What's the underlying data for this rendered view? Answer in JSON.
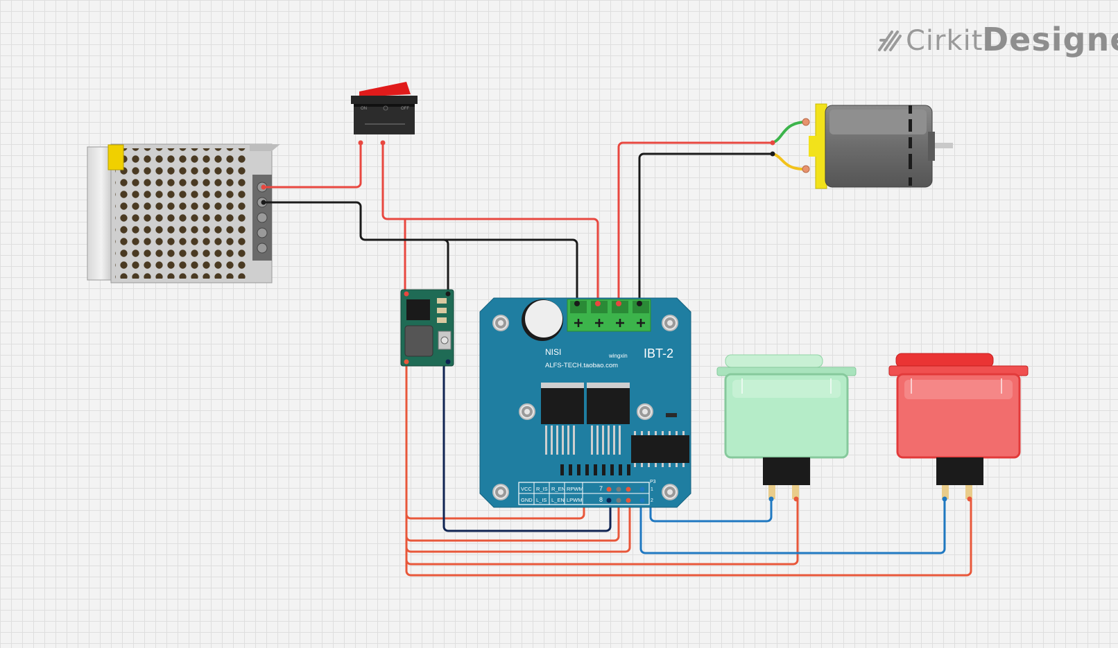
{
  "app": {
    "logo_cirkit": "Cirkit",
    "logo_designer": "Designer"
  },
  "components": {
    "switch": {
      "on_label": "ON",
      "off_label": "OFF"
    },
    "driver": {
      "label_nisi": "NISI",
      "label_site": "ALFS-TECH.taobao.com",
      "label_brand": "wingxin",
      "label_model": "IBT-2",
      "header_top": [
        "VCC",
        "R_IS",
        "R_EN",
        "RPWM"
      ],
      "header_bottom": [
        "GND",
        "L_IS",
        "L_EN",
        "LPWM"
      ],
      "pin_num_top": "7",
      "pin_num_bottom": "8",
      "p3_label": "P3",
      "p3_pin1": "1",
      "p3_pin2": "2"
    }
  },
  "colors": {
    "wire_red": "#e8473f",
    "wire_orange": "#e8573a",
    "wire_black": "#1a1a1a",
    "wire_navy": "#0f2352",
    "wire_blue": "#1f78c1",
    "board_blue": "#1f7ea1",
    "terminal_green": "#3cb44b",
    "button_green": "#b5ecc8",
    "button_red": "#f26d6d"
  }
}
